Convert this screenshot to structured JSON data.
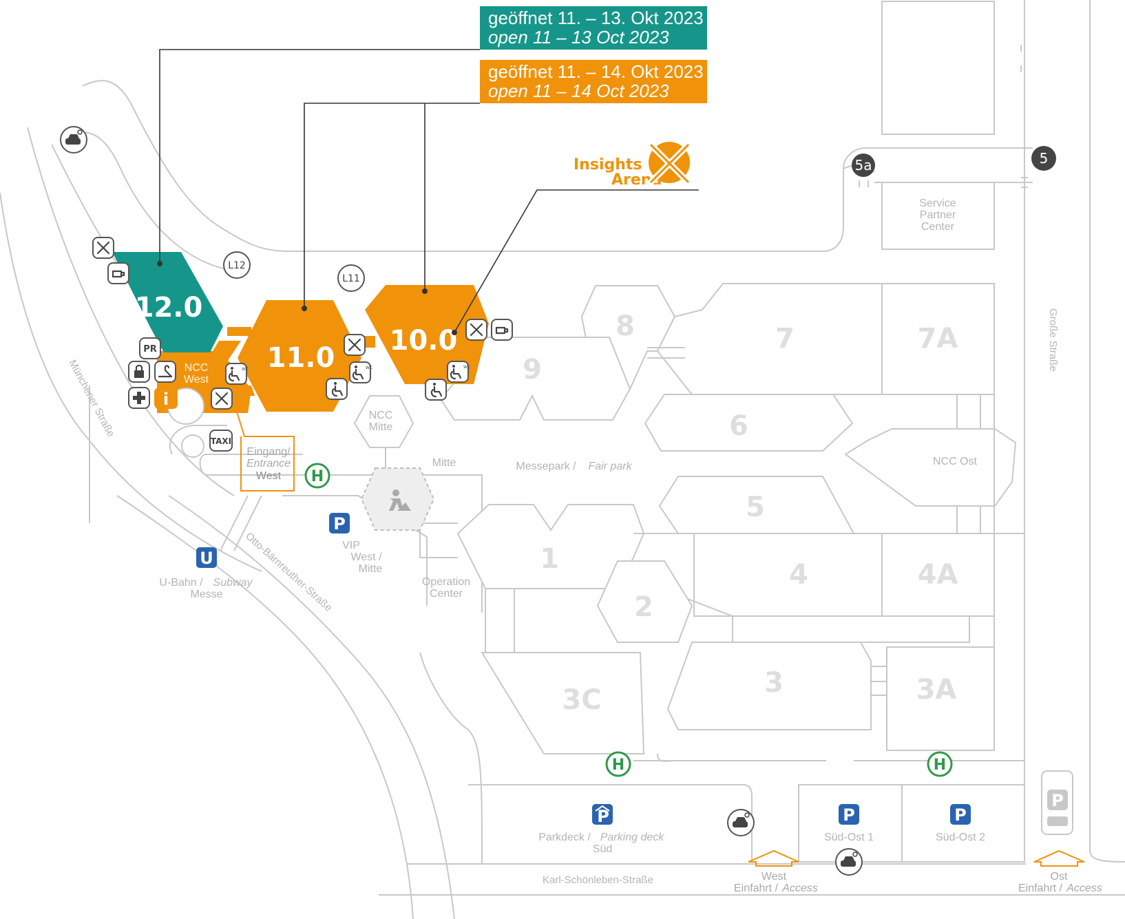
{
  "banners": {
    "teal": {
      "line1": "geöffnet 11. – 13. Okt 2023",
      "line2": "open 11 – 13 Oct 2023",
      "color": "#16968a"
    },
    "orange": {
      "line1": "geöffnet 11. – 14. Okt 2023",
      "line2": "open 11 – 14 Oct 2023",
      "color": "#f0920a"
    }
  },
  "arena": {
    "line1": "Insights",
    "line2": "Arena",
    "color": "#f0920a"
  },
  "active_halls": {
    "h12": "12.0",
    "h11": "11.0",
    "h10": "10.0"
  },
  "halls": {
    "h1": "1",
    "h2": "2",
    "h3": "3",
    "h3A": "3A",
    "h3C": "3C",
    "h4": "4",
    "h4A": "4A",
    "h5": "5",
    "h6": "6",
    "h7": "7",
    "h7A": "7A",
    "h8": "8",
    "h9": "9"
  },
  "areas": {
    "ncc_west_1": "NCC",
    "ncc_west_2": "West",
    "ncc_mitte_1": "NCC",
    "ncc_mitte_2": "Mitte",
    "mitte": "Mitte",
    "messepark": "Messepark /",
    "messepark_i": "Fair park",
    "ncc_ost": "NCC Ost",
    "service_1": "Service",
    "service_2": "Partner",
    "service_3": "Center",
    "operation_1": "Operation",
    "operation_2": "Center"
  },
  "entrance_west": {
    "line1": "Eingang/",
    "line2": "Entrance",
    "line3": "West"
  },
  "labels": {
    "l12": "L12",
    "l11": "L11",
    "gate_5a": "5a",
    "gate_5": "5",
    "pr": "PR",
    "taxi": "TAXI",
    "wc": "WC",
    "info": "i",
    "parking": "P",
    "subway": "U",
    "bus": "H"
  },
  "parking": {
    "vip_1": "VIP",
    "vip_2": "West /",
    "vip_3": "Mitte",
    "parkdeck_1": "Parkdeck /",
    "parkdeck_i": "Parking deck",
    "parkdeck_2": "Süd",
    "sued_ost_1": "Süd-Ost 1",
    "sued_ost_2": "Süd-Ost 2"
  },
  "subway": {
    "line1": "U-Bahn /",
    "line1_i": "Subway",
    "line2": "Messe"
  },
  "streets": {
    "muenchener": "Münchener Straße",
    "otto": "Otto-Bärnreuther-Straße",
    "karl": "Karl-Schönleben-Straße",
    "grosse": "Große Straße"
  },
  "access": {
    "west_1": "West",
    "west_2": "Einfahrt /",
    "west_i": "Access",
    "ost_1": "Ost",
    "ost_2": "Einfahrt /",
    "ost_i": "Access"
  },
  "icons": [
    "restaurant-icon",
    "cafe-icon",
    "wheelchair-icon",
    "wc-icon",
    "wardrobe-icon",
    "lock-icon",
    "first-aid-icon",
    "info-icon",
    "taxi-icon",
    "press-room-icon",
    "ev-charging-icon",
    "construction-icon",
    "parking-icon",
    "subway-icon",
    "bus-stop-icon"
  ]
}
